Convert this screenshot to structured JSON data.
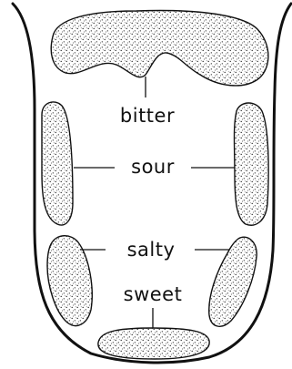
{
  "labels": {
    "bitter": "bitter",
    "sour": "sour",
    "salty": "salty",
    "sweet": "sweet"
  },
  "colors": {
    "ink": "#111111",
    "background": "#ffffff",
    "stipple": "#222222"
  }
}
